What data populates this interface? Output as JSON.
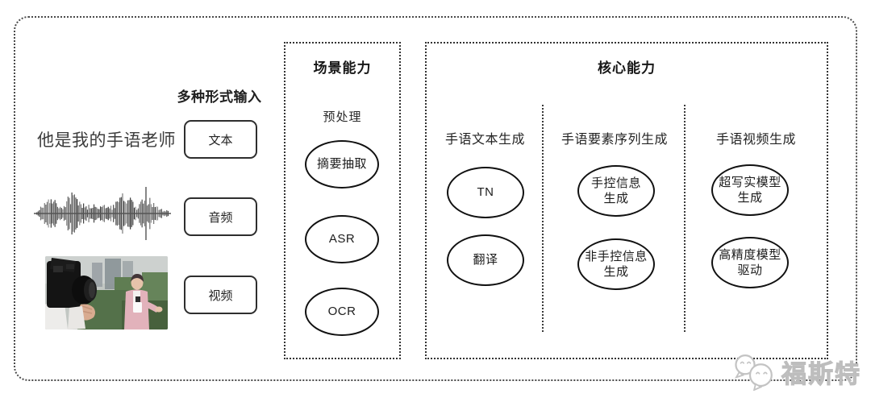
{
  "diagram": {
    "input": {
      "heading": "多种形式输入",
      "sample_text": "他是我的手语老师",
      "text_label": "文本",
      "audio_label": "音频",
      "video_label": "视频"
    },
    "scene": {
      "title": "场景能力",
      "stage_label": "预处理",
      "nodes": [
        "摘要抽取",
        "ASR",
        "OCR"
      ]
    },
    "core": {
      "title": "核心能力",
      "columns": [
        {
          "header": "手语文本生成",
          "nodes": [
            "TN",
            "翻译"
          ]
        },
        {
          "header": "手语要素序列生成",
          "nodes": [
            "手控信息\n生成",
            "非手控信息\n生成"
          ]
        },
        {
          "header": "手语视频生成",
          "nodes": [
            "超写实模型\n生成",
            "高精度模型\n驱动"
          ]
        }
      ]
    },
    "watermark": {
      "brand": "福斯特"
    }
  },
  "colors": {
    "ink": "#1f1f1f",
    "frame_border": "#4a4a4a",
    "dashed_border": "#333333",
    "watermark_gray": "#cbcbcb"
  }
}
